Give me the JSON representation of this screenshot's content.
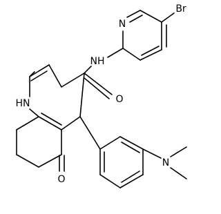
{
  "molecule": {
    "atoms": {
      "br": "Br",
      "pyridine_n": "N",
      "amide_nh": "NH",
      "amide_o": "O",
      "ring_nh": "HN",
      "ketone_o": "O",
      "dimethylamino_n": "N"
    }
  },
  "colors": {
    "bond": "#000000",
    "label": "#000000",
    "background": "#ffffff"
  }
}
